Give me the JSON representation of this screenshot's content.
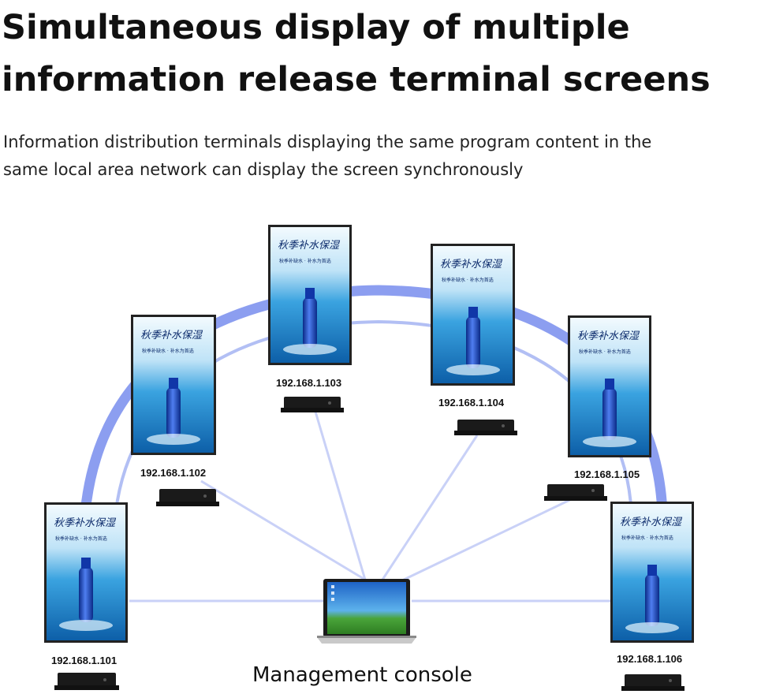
{
  "header": {
    "title_line1": "Simultaneous display of multiple",
    "title_line2": "information release terminal screens",
    "subtitle_line1": "Information distribution terminals displaying the same program content in the",
    "subtitle_line2": "same local area network can display the screen synchronously"
  },
  "console": {
    "label": "Management console"
  },
  "screen_content": {
    "headline": "秋季补水保湿",
    "caption": "秋季补缺水 · 补水为首选"
  },
  "terminals": [
    {
      "ip": "192.168.1.101"
    },
    {
      "ip": "192.168.1.102"
    },
    {
      "ip": "192.168.1.103"
    },
    {
      "ip": "192.168.1.104"
    },
    {
      "ip": "192.168.1.105"
    },
    {
      "ip": "192.168.1.106"
    }
  ],
  "colors": {
    "arc": "#7f93ee",
    "link_line": "#c9d1f7",
    "screen_top": "#e8f5fd",
    "screen_water": "#1f8ed6",
    "bottle": "#1036a8",
    "box": "#1a1a1a"
  }
}
